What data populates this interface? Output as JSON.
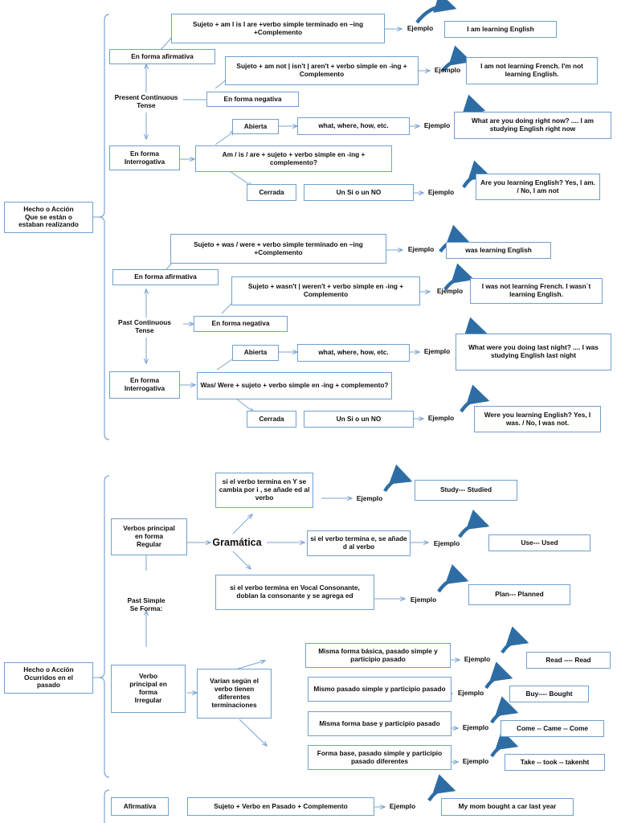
{
  "diagram": {
    "title": "Mapa conceptual de tiempos verbales en ingles",
    "colors": {
      "box_border": "#6f9fd0",
      "thin_arrow": "#7ba3d0",
      "curved_arrow": "#2e6da4",
      "text": "#0d0d0d",
      "background": "#ffffff"
    },
    "ejemplo_label": "Ejemplo"
  },
  "sections": [
    {
      "id": "present-continuous",
      "root_label": "Hecho o Acción\nQue se están o\nestaban realizando",
      "root_lines": [
        "Hecho o Acción",
        "Que se están o",
        "estaban realizando"
      ],
      "tense_lines": [
        "Present Continuous",
        "Tense"
      ],
      "forms": {
        "afirmativa": "En forma afirmativa",
        "negativa": "En forma negativa",
        "interrogativa_lines": [
          "En forma",
          "Interrogativa"
        ],
        "abierta": "Abierta",
        "cerrada": "Cerrada"
      },
      "structures": {
        "afirmativa": "Sujeto + am I is I are +verbo simple terminado en –ing +Complemento",
        "negativa": "Sujeto + am not | isn't | aren't + verbo simple en -ing + Complemento",
        "interrogativa": "Am / is / are + sujeto + verbo simple en -ing + complemento?",
        "abierta_words": "what, where, how, etc.",
        "cerrada_words": "Un Si o un NO"
      },
      "examples": {
        "afirmativa": "I am learning English",
        "negativa": "I am not learning French. I'm not learning English.",
        "abierta": "What are you doing right now? .... I am studying English right now",
        "cerrada": "Are you learning English? Yes, I am. / No, I am not"
      }
    },
    {
      "id": "past-continuous",
      "tense_lines": [
        "Past Continuous",
        "Tense"
      ],
      "forms": {
        "afirmativa": "En forma afirmativa",
        "negativa": "En forma negativa",
        "interrogativa_lines": [
          "En forma",
          "Interrogativa"
        ],
        "abierta": "Abierta",
        "cerrada": "Cerrada"
      },
      "structures": {
        "afirmativa": "Sujeto + was / were + verbo simple terminado en –ing +Complemento",
        "negativa": "Sujeto + wasn't | weren't + verbo simple en -ing + Complemento",
        "interrogativa": "Was/ Were + sujeto + verbo simple en -ing + complemento?",
        "abierta_words": "what, where, how, etc.",
        "cerrada_words": "Un Si o un NO"
      },
      "examples": {
        "afirmativa": "was learning English",
        "negativa": "I was not learning French. I wasn´t learning English.",
        "abierta": "What were you doing last night? .... I was studying English last night",
        "cerrada": "Were you learning English? Yes, I was.  / No, I was not."
      }
    },
    {
      "id": "past-simple",
      "root_lines": [
        "Hecho o Acción",
        "Ocurridos en el",
        "pasado"
      ],
      "forma_lines": [
        "Past Simple",
        "Se  Forma:"
      ],
      "regular": {
        "title_lines": [
          "Verbos principal",
          "en forma",
          "Regular"
        ],
        "gramatica": "Gramática",
        "rules": [
          {
            "text": "si el verbo termina en Y se cambia por i , se añade ed al verbo",
            "example": "Study--- Studied"
          },
          {
            "text": "si el verbo termina e, se añade d al verbo",
            "example": "Use--- Used"
          },
          {
            "text": "si el verbo termina en  Vocal Consonante, doblan la consonante y se agrega ed",
            "example": "Plan--- Planned"
          }
        ]
      },
      "irregular": {
        "title_lines": [
          "Verbo",
          "principal en",
          "forma",
          "Irregular"
        ],
        "variation_lines": [
          "Varían según el",
          "verbo tienen",
          "diferentes",
          "terminaciones"
        ],
        "rules": [
          {
            "text": "Misma forma básica, pasado simple y participio pasado",
            "example": "Read ---- Read"
          },
          {
            "text": "Mismo  pasado simple y participio pasado",
            "example": "Buy---- Bought"
          },
          {
            "text": "Misma forma base y participio pasado",
            "example": "Come -- Came -- Come"
          },
          {
            "text": "Forma base, pasado simple y participio pasado diferentes",
            "example": "Take -- took -- takenht"
          }
        ]
      }
    },
    {
      "id": "past-simple-forms",
      "afirmativa": {
        "label": "Afirmativa",
        "structure": "Sujeto + Verbo en Pasado + Complemento",
        "example": "My mom bought a car last year"
      }
    }
  ]
}
